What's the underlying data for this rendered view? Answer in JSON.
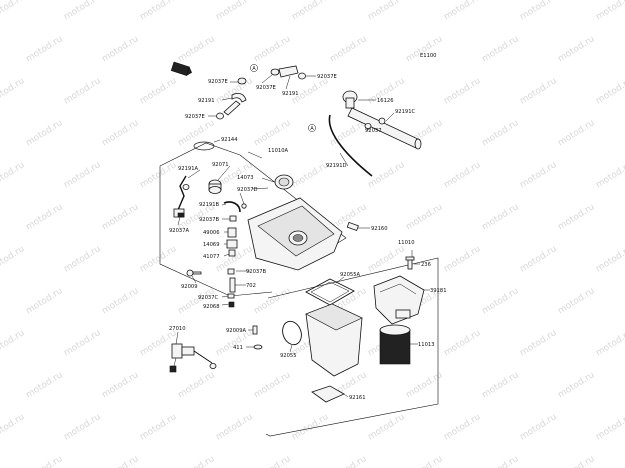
{
  "diagram": {
    "code": "E1100",
    "watermark": "motod.ru",
    "labels": {
      "p92037E_a": "92037E",
      "p92037E_b": "92037E",
      "p92037E_c": "92037E",
      "p92037E_d": "92037E",
      "p92191_a": "92191",
      "p92191_b": "92191",
      "p16126": "16126",
      "p92191C": "92191C",
      "p92037": "92037",
      "p92191D": "92191D",
      "p92144": "92144",
      "p11010A": "11010A",
      "p92191A": "92191A",
      "p92071": "92071",
      "p14073": "14073",
      "p92037D": "92037D",
      "p92191B": "92191B",
      "p92037B_a": "92037B",
      "p49006": "49006",
      "p14069": "14069",
      "p41077": "41077",
      "p92037A": "92037A",
      "p92009": "92009",
      "p92037B_b": "92037B",
      "p702": "702",
      "p92037C": "92037C",
      "p92068": "92068",
      "p92160": "92160",
      "p11010": "11010",
      "p236": "236",
      "p92055A": "92055A",
      "p39181": "39181",
      "p27010": "27010",
      "p92009A": "92009A",
      "p411": "411",
      "p92055": "92055",
      "p11013": "11013",
      "p92161": "92161",
      "refA_1": "A",
      "refA_2": "A"
    }
  }
}
